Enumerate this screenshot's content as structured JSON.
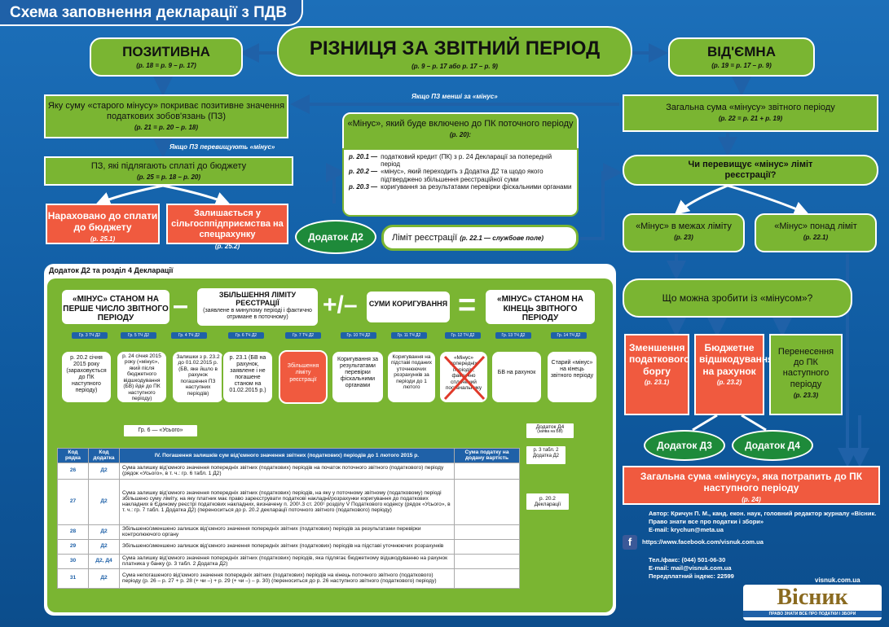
{
  "header": {
    "title": "Схема заповнення декларації з ПДВ"
  },
  "top": {
    "positive": {
      "title": "ПОЗИТИВНА",
      "ref": "(р. 18 = р. 9 – р. 17)"
    },
    "center": {
      "title": "РІЗНИЦЯ ЗА ЗВІТНИЙ ПЕРІОД",
      "ref": "(р. 9 – р. 17 або р. 17 – р. 9)"
    },
    "negative": {
      "title": "ВІД'ЄМНА",
      "ref": "(р. 19 = р. 17 – р. 9)"
    }
  },
  "left": {
    "cover": {
      "text": "Яку суму «старого мінусу» покриває позитивне значення податкових зобов'язань (ПЗ)",
      "ref": "(р. 21 = р. 20 – р. 18)"
    },
    "exceed_label": "Якщо ПЗ перевищують «мінус»",
    "budget": {
      "text": "ПЗ, які підлягають сплаті до бюджету",
      "ref": "(р. 25 = р. 18 – р. 20)"
    },
    "accrued": {
      "text": "Нараховано до сплати до бюджету",
      "ref": "(р. 25.1)"
    },
    "remain": {
      "text": "Залишається у сільгосппідприємства на спецрахунку",
      "ref": "(р. 25.2)"
    }
  },
  "mid": {
    "less_label": "Якщо ПЗ менші за «мінус»",
    "minus_box": {
      "title": "«Мінус», який буде включено до ПК поточного періоду",
      "ref": "(р. 20):",
      "lines": [
        {
          "code": "р. 20.1 —",
          "text": "податковий кредит (ПК) з р. 24 Декларації за попередній період"
        },
        {
          "code": "р. 20.2 —",
          "text": "«мінус», який переходить з Додатка Д2 та щодо якого підтверджено збільшення реєстраційної суми"
        },
        {
          "code": "р. 20.3 —",
          "text": "коригування за результатами перевірки фіскальними органами"
        }
      ]
    },
    "addon": "Додаток Д2",
    "limit": {
      "text": "Ліміт реєстрації",
      "ref": "(р. 22.1 — службове поле)"
    }
  },
  "right": {
    "total": {
      "text": "Загальна сума «мінусу» звітного періоду",
      "ref": "(р. 22 = р. 21 + р. 19)"
    },
    "exceeds": {
      "text": "Чи перевищує «мінус» ліміт реєстрації?"
    },
    "within": {
      "text": "«Мінус» в межах ліміту",
      "ref": "(р. 23)"
    },
    "over": {
      "text": "«Мінус» понад ліміт",
      "ref": "(р. 22.1)"
    },
    "what": {
      "text": "Що можна зробити із «мінусом»?"
    },
    "reduce": {
      "text": "Зменшення податкового боргу",
      "ref": "(р. 23.1)"
    },
    "refund": {
      "text": "Бюджетне відшкодування на рахунок",
      "ref": "(р. 23.2)"
    },
    "transfer": {
      "text": "Перенесення до ПК наступного періоду",
      "ref": "(р. 23.3)"
    },
    "d3": "Додаток Д3",
    "d4": "Додаток Д4",
    "final": {
      "text": "Загальна сума «мінусу», яка потрапить до ПК наступного періоду",
      "ref": "(р. 24)"
    }
  },
  "d2": {
    "title": "Додаток Д2 та розділ 4 Декларації",
    "start": "«МІНУС» СТАНОМ НА ПЕРШЕ ЧИСЛО ЗВІТНОГО ПЕРІОДУ",
    "minus_sign": "–",
    "increase": "ЗБІЛЬШЕННЯ ЛІМІТУ РЕЄСТРАЦІЇ",
    "increase_sub": "(заявлене в минулому періоді і фактично отримане в поточному)",
    "plusminus": "+/–",
    "corr": "СУМИ КОРИГУВАННЯ",
    "equals": "=",
    "end": "«МІНУС» СТАНОМ НА КІНЕЦЬ ЗВІТНОГО ПЕРІОДУ",
    "tags": [
      "Гр. 3 ТЧ Д2",
      "Гр. 5 ТЧ Д2",
      "Гр. 4 ТЧ Д2",
      "Гр. 6 ТЧ Д2",
      "Гр. 7 ТЧ Д2",
      "Гр. 10 ТЧ Д2",
      "Гр. 11 ТЧ Д2",
      "Гр. 12 ТЧ Д2",
      "Гр. 13 ТЧ Д2",
      "Гр. 14 ТЧ Д2"
    ],
    "boxes": [
      "р. 20.2 січня 2015 року (зараховується до ПК наступного періоду)",
      "р. 24 січня 2015 року («мінус», який після бюджетного відшкодування (БВ) йде до ПК наступного періоду)",
      "Залишки з р. 23.2 до 01.02.2015 р. (БВ, яке йшло в рахунок погашення ПЗ наступних періодів)",
      "р. 23.1 (БВ на рахунок, заявлене і не погашене станом на 01.02.2015 р.)",
      "Збільшення ліміту реєстрації",
      "Коригування за результатами перевірки фіскальними органами",
      "Коригування на підставі поданих уточнюючих розрахунків за періоди до 1 лютого",
      "«Мінус» попередніх періодів, фактично сплачений постачальнику",
      "БВ на рахунок",
      "Старий «мінус» на кінець звітного періоду"
    ],
    "gr6": "Гр. 6 — «Усього»",
    "dd4": "Додаток Д4",
    "dd4_sub": "(заява на БВ)",
    "r3": "р. 3 табл. 2 Додатка Д2",
    "r202": "р. 20.2 Декларації"
  },
  "table": {
    "headers": [
      "Код рядка",
      "Код додатка",
      "IV. Погашення залишків сум від'ємного значення звітних (податкових) періодів до 1 лютого 2015 р.",
      "Сума податку на додану вартість"
    ],
    "rows": [
      {
        "code": "26",
        "addon": "Д2",
        "text": "Сума залишку від'ємного значення попередніх звітних (податкових) періодів на початок поточного звітного (податкового) періоду (рядок «Усього», в т. ч.: гр. 6 табл. 1 Д2)"
      },
      {
        "code": "27",
        "addon": "Д2",
        "text": "Сума залишку від'ємного значення попередніх звітних (податкових) періодів, на яку у поточному звітному (податковому) періоді збільшено суму ліміту, на яку платник має право зареєструвати податкові накладні/розрахунки коригування до податкових накладних в Єдиному реєстрі податкових накладних, визначену п. 200¹.3 ст. 200¹ розділу V Податкового кодексу (рядок «Усього», в т. ч.: гр. 7 табл. 1 Додатка Д2) (переноситься до р. 20.2 декларації поточного звітного (податкового) періоду)"
      },
      {
        "code": "28",
        "addon": "Д2",
        "text": "Збільшено/зменшено залишок від'ємного значення попередніх звітних (податкових) періодів за результатами перевірки контролюючого органу"
      },
      {
        "code": "29",
        "addon": "Д2",
        "text": "Збільшено/зменшено залишок від'ємного значення попередніх звітних (податкових) періодів на підставі уточнюючих розрахунків"
      },
      {
        "code": "30",
        "addon": "Д2, Д4",
        "text": "Сума залишку від'ємного значення попередніх звітних (податкових) періодів, яка підлягає бюджетному відшкодуванню на рахунок платника у банку (р. 3 табл. 2 Додатка Д2)"
      },
      {
        "code": "31",
        "addon": "Д2",
        "text": "Сума непогашеного від'ємного значення попередніх звітних (податкових) періодів на кінець поточного звітного (податкового) періоду (р. 26 – р. 27 + р. 28 (+ чи –) + р. 29 (+ чи –) – р. 30) (переноситься до р. 26 наступного звітного (податкового) періоду)"
      }
    ]
  },
  "footer": {
    "author": "Автор: Кричун П. М., канд. екон. наук, головний редактор журналу «Вісник. Право знати все про податки і збори»",
    "email": "E-mail: krychun@meta.ua",
    "fb": "https://www.facebook.com/visnuk.com.ua",
    "phone": "Тел./факс: (044) 501-06-30",
    "mail": "E-mail: mail@visnuk.com.ua",
    "index": "Передплатний індекс: 22599",
    "site": "visnuk.com.ua",
    "logo": "Вісник",
    "slogan": "ПРАВО ЗНАТИ ВСЕ ПРО ПОДАТКИ І ЗБОРИ"
  },
  "colors": {
    "green": "#7ab532",
    "red": "#f05a3f",
    "blue": "#1f61a8",
    "dark_green": "#1e8a3a"
  }
}
